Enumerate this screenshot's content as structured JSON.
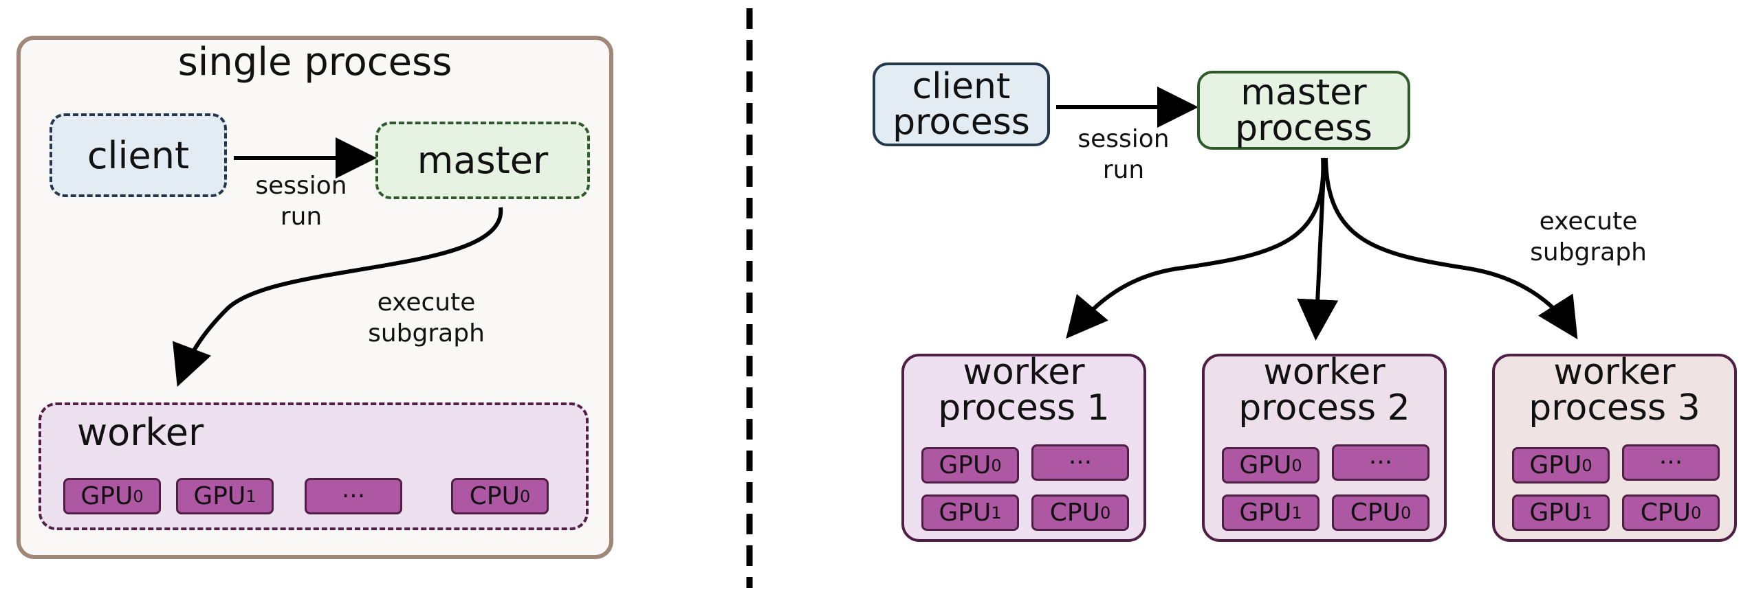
{
  "left_panel": {
    "title": "single process",
    "client": "client",
    "master": "master",
    "session_run_line1": "session",
    "session_run_line2": "run",
    "execute_line1": "execute",
    "execute_line2": "subgraph",
    "worker": "worker",
    "chips": [
      {
        "base": "GPU",
        "sub": "0"
      },
      {
        "base": "GPU",
        "sub": "1"
      },
      {
        "base": "···",
        "sub": ""
      },
      {
        "base": "CPU",
        "sub": "0"
      }
    ]
  },
  "right_panel": {
    "client_line1": "client",
    "client_line2": "process",
    "master_line1": "master",
    "master_line2": "process",
    "session_run_line1": "session",
    "session_run_line2": "run",
    "execute_line1": "execute",
    "execute_line2": "subgraph",
    "workers": [
      {
        "line1": "worker",
        "line2": "process 1",
        "chips": [
          {
            "base": "GPU",
            "sub": "0"
          },
          {
            "base": "···",
            "sub": ""
          },
          {
            "base": "GPU",
            "sub": "1"
          },
          {
            "base": "CPU",
            "sub": "0"
          }
        ]
      },
      {
        "line1": "worker",
        "line2": "process 2",
        "chips": [
          {
            "base": "GPU",
            "sub": "0"
          },
          {
            "base": "···",
            "sub": ""
          },
          {
            "base": "GPU",
            "sub": "1"
          },
          {
            "base": "CPU",
            "sub": "0"
          }
        ]
      },
      {
        "line1": "worker",
        "line2": "process 3",
        "chips": [
          {
            "base": "GPU",
            "sub": "0"
          },
          {
            "base": "···",
            "sub": ""
          },
          {
            "base": "GPU",
            "sub": "1"
          },
          {
            "base": "CPU",
            "sub": "0"
          }
        ]
      }
    ]
  },
  "colors": {
    "client_fill": "#e2ecf2",
    "client_border": "#24394f",
    "master_fill": "#e6f2e2",
    "master_border": "#2e5a2a",
    "worker_fill_1": "#efe0f1",
    "worker_fill_2": "#eee0ea",
    "worker_fill_3": "#f0e3e3",
    "worker_border": "#4f1f45",
    "chip_fill": "#ae57a2",
    "single_process_border": "#a08878",
    "single_process_fill": "#faf8f6"
  }
}
